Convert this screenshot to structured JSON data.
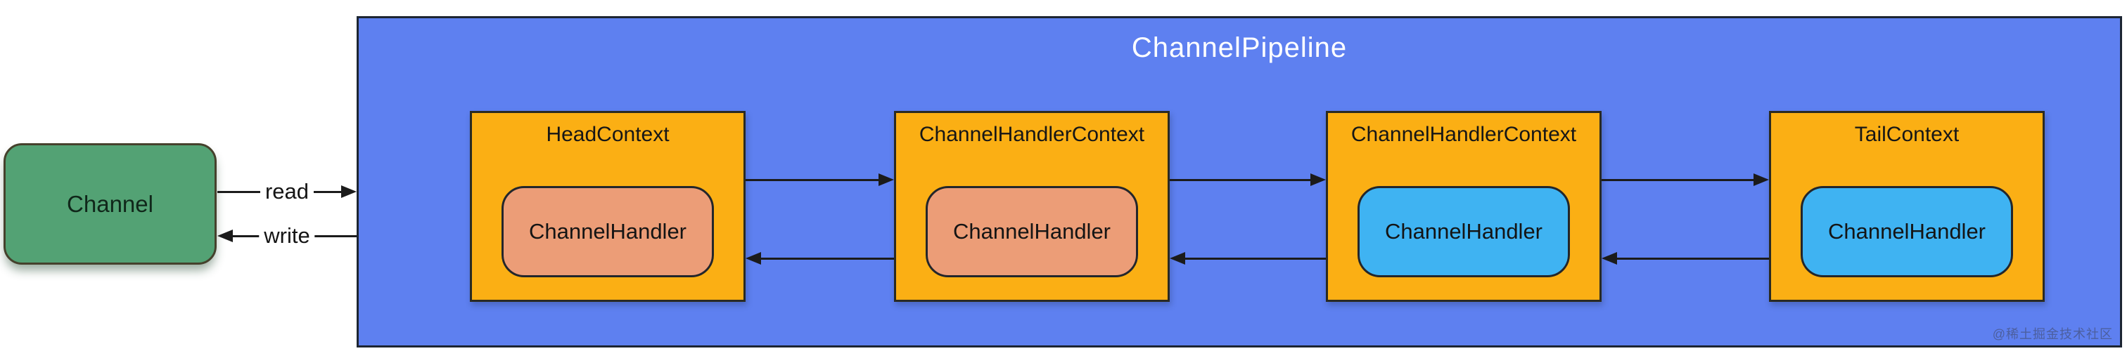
{
  "colors": {
    "background": "#ffffff",
    "channel_fill": "#53a274",
    "pipeline_fill": "#5e80f0",
    "context_fill": "#fbaf14",
    "handler_inbound_fill": "#ec9d77",
    "handler_outbound_fill": "#3fb3f2",
    "line_color": "#1b1b1b"
  },
  "channel": {
    "label": "Channel"
  },
  "io_arrows": {
    "read_label": "read",
    "write_label": "write"
  },
  "pipeline": {
    "title": "ChannelPipeline",
    "contexts": [
      {
        "title": "HeadContext",
        "handler_label": "ChannelHandler",
        "handler_fill": "#ec9d77"
      },
      {
        "title": "ChannelHandlerContext",
        "handler_label": "ChannelHandler",
        "handler_fill": "#ec9d77"
      },
      {
        "title": "ChannelHandlerContext",
        "handler_label": "ChannelHandler",
        "handler_fill": "#3fb3f2"
      },
      {
        "title": "TailContext",
        "handler_label": "ChannelHandler",
        "handler_fill": "#3fb3f2"
      }
    ]
  },
  "watermark": "@稀土掘金技术社区"
}
